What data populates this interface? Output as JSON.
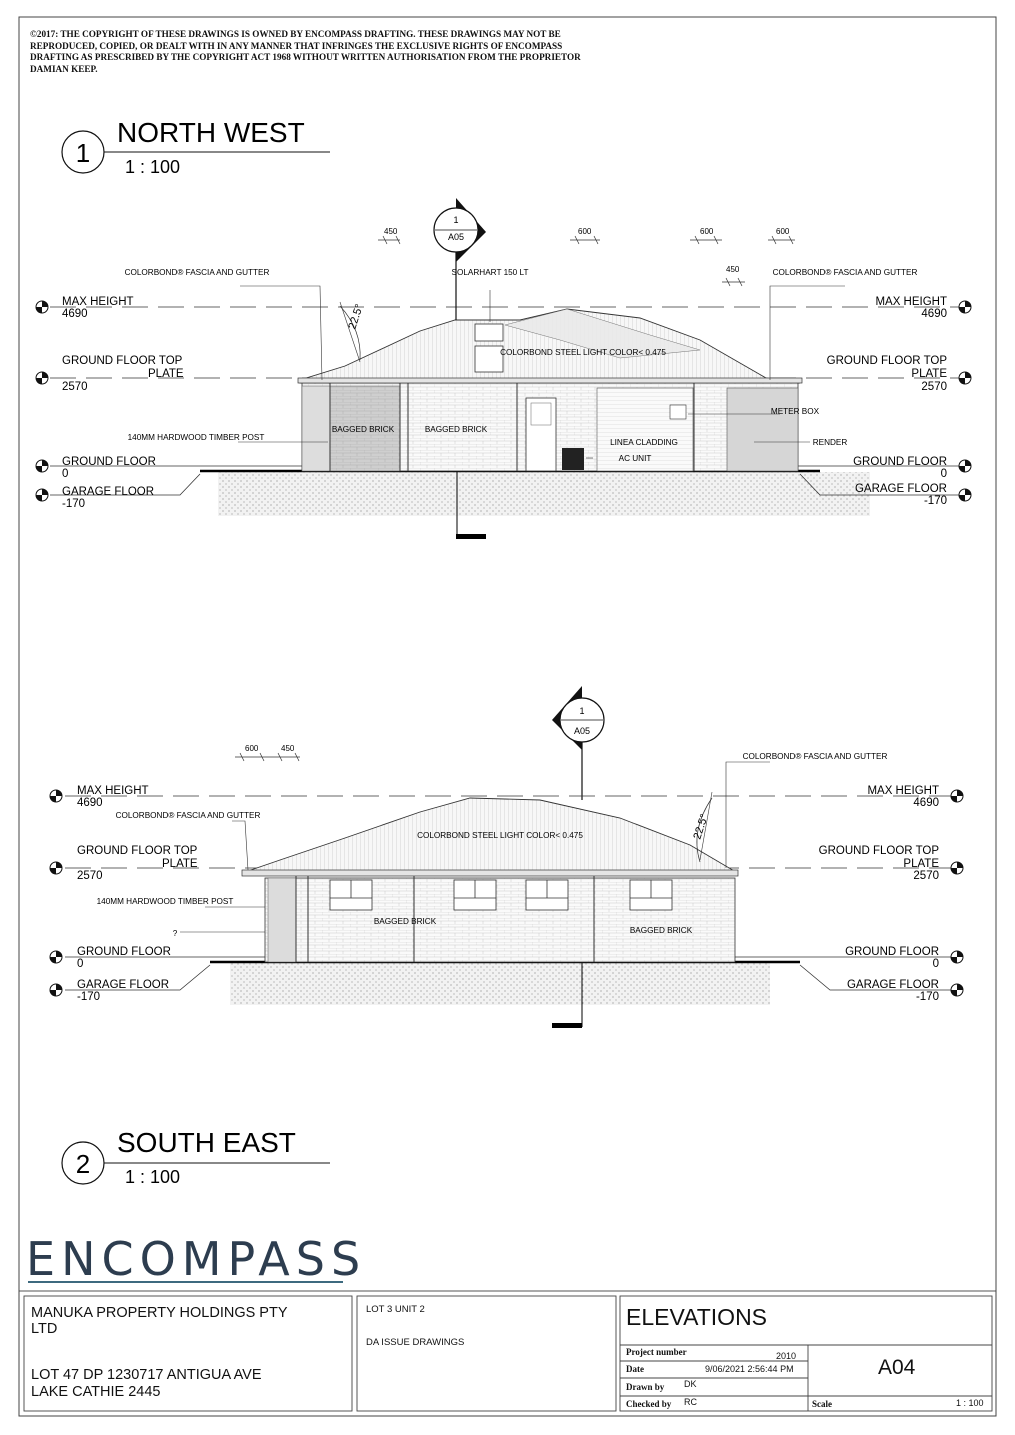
{
  "copyright": "©2017: THE COPYRIGHT OF THESE DRAWINGS IS OWNED BY ENCOMPASS DRAFTING. THESE DRAWINGS MAY NOT BE REPRODUCED, COPIED, OR DEALT WITH IN ANY MANNER THAT INFRINGES THE EXCLUSIVE RIGHTS OF ENCOMPASS DRAFTING AS PRESCRIBED BY THE COPYRIGHT ACT 1968 WITHOUT WRITTEN AUTHORISATION FROM THE PROPRIETOR DAMIAN KEEP.",
  "views": [
    {
      "number": "1",
      "title": "NORTH WEST",
      "scale": "1 : 100",
      "levels": {
        "max_height": {
          "label": "MAX HEIGHT",
          "value": "4690"
        },
        "top_plate": {
          "label": "GROUND FLOOR TOP",
          "label2": "PLATE",
          "value": "2570"
        },
        "ground": {
          "label": "GROUND FLOOR",
          "value": "0"
        },
        "garage": {
          "label": "GARAGE FLOOR",
          "value": "-170"
        }
      },
      "section_marker": {
        "num": "1",
        "sheet": "A05"
      },
      "dims": [
        "450",
        "600",
        "600",
        "600",
        "450"
      ],
      "pitch": "22.5°",
      "notes": {
        "fascia_left": "COLORBOND® FASCIA AND GUTTER",
        "fascia_right": "COLORBOND® FASCIA AND GUTTER",
        "solarhart": "SOLARHART 150 LT",
        "roof": "COLORBOND STEEL LIGHT COLOR< 0.475",
        "post": "140MM HARDWOOD TIMBER POST",
        "brick1": "BAGGED BRICK",
        "brick2": "BAGGED BRICK",
        "cladding": "LINEA CLADDING",
        "ac": "AC UNIT",
        "meter": "METER BOX",
        "render": "RENDER"
      }
    },
    {
      "number": "2",
      "title": "SOUTH EAST",
      "scale": "1 : 100",
      "levels": {
        "max_height": {
          "label": "MAX HEIGHT",
          "value": "4690"
        },
        "top_plate": {
          "label": "GROUND FLOOR TOP",
          "label2": "PLATE",
          "value": "2570"
        },
        "ground": {
          "label": "GROUND FLOOR",
          "value": "0"
        },
        "garage": {
          "label": "GARAGE FLOOR",
          "value": "-170"
        }
      },
      "section_marker": {
        "num": "1",
        "sheet": "A05"
      },
      "dims": [
        "600",
        "450"
      ],
      "pitch": "22.5°",
      "notes": {
        "fascia_left": "COLORBOND® FASCIA AND GUTTER",
        "fascia_right": "COLORBOND® FASCIA AND GUTTER",
        "roof": "COLORBOND STEEL LIGHT COLOR< 0.475",
        "post": "140MM HARDWOOD TIMBER POST",
        "unknown": "?",
        "brick1": "BAGGED BRICK",
        "brick2": "BAGGED BRICK"
      }
    }
  ],
  "logo": "ENCOMPASS",
  "title_block": {
    "client_line1": "MANUKA PROPERTY HOLDINGS PTY",
    "client_line2": "LTD",
    "address_line1": "LOT 47 DP 1230717 ANTIGUA AVE",
    "address_line2": "LAKE CATHIE 2445",
    "lot": "LOT 3 UNIT 2",
    "issue": "DA ISSUE DRAWINGS",
    "sheet_title": "ELEVATIONS",
    "project_number_label": "Project number",
    "project_number": "2010",
    "date_label": "Date",
    "date": "9/06/2021 2:56:44 PM",
    "drawn_label": "Drawn by",
    "drawn": "DK",
    "checked_label": "Checked by",
    "checked": "RC",
    "sheet_number": "A04",
    "scale_label": "Scale",
    "scale": "1 : 100"
  }
}
